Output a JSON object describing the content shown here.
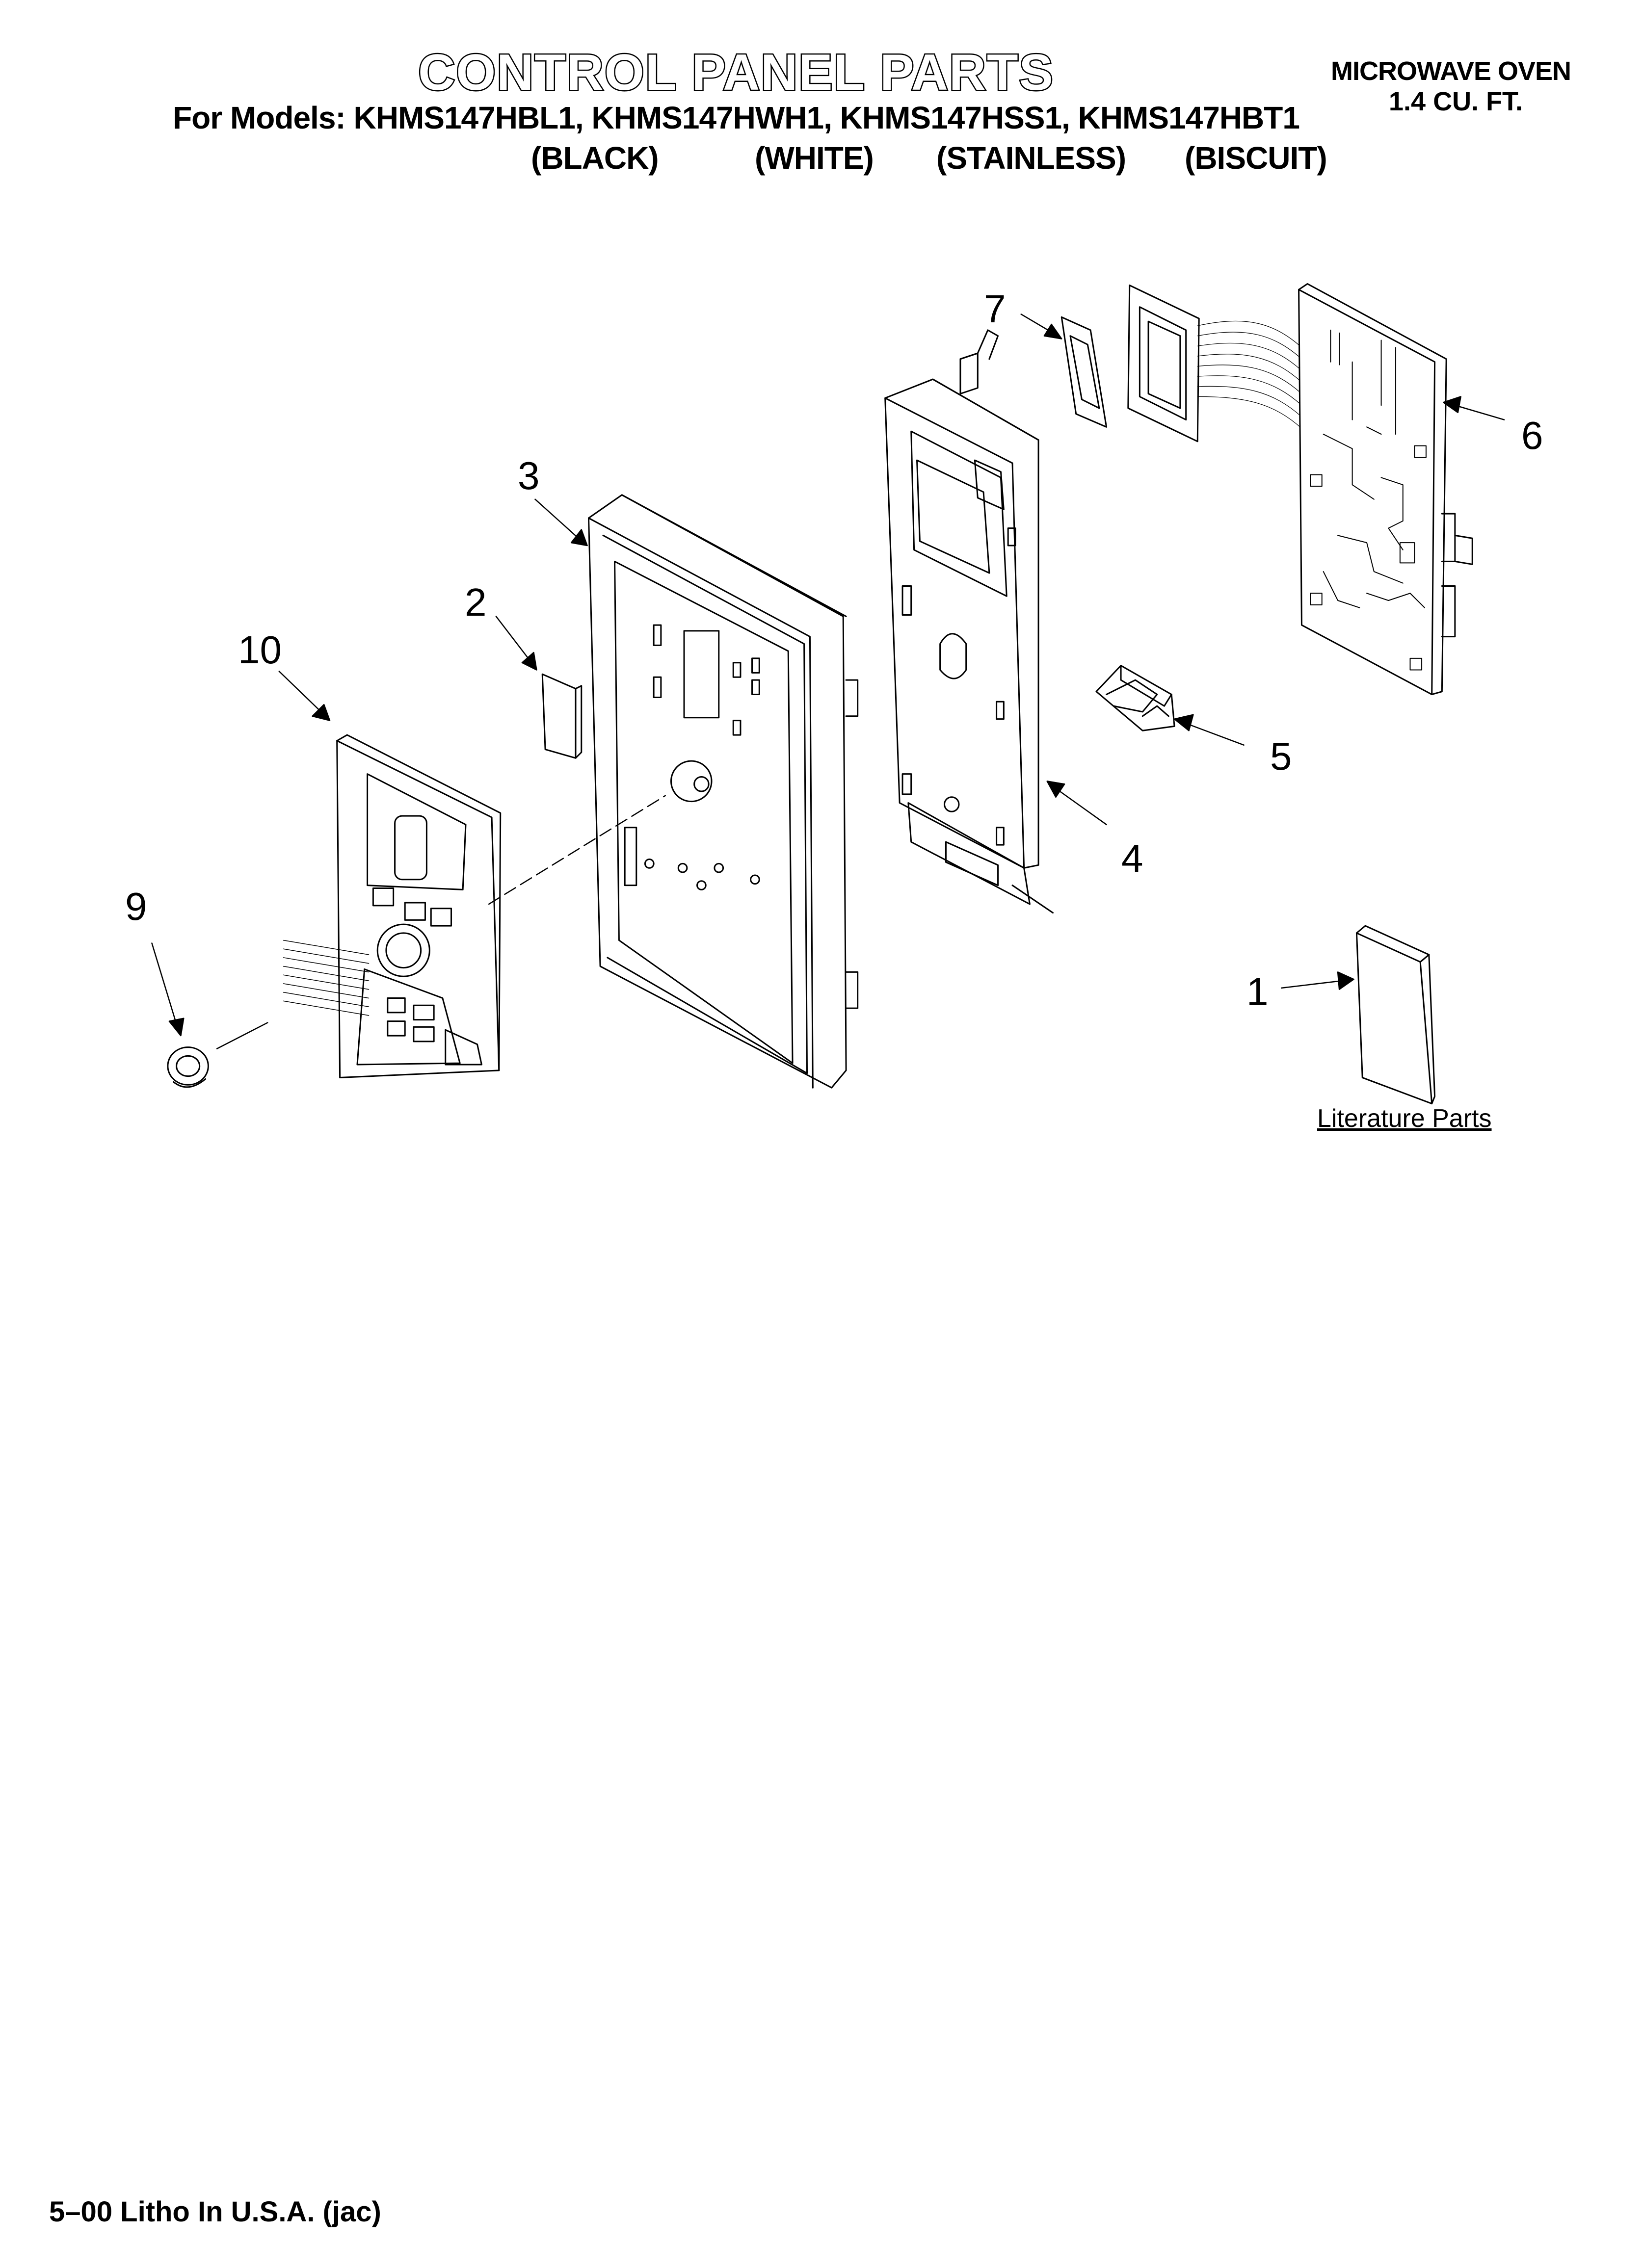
{
  "header": {
    "title": "CONTROL PANEL PARTS",
    "models_line": "For Models: KHMS147HBL1, KHMS147HWH1, KHMS147HSS1, KHMS147HBT1",
    "variants": [
      "(BLACK)",
      "(WHITE)",
      "(STAINLESS)",
      "(BISCUIT)"
    ],
    "product": "MICROWAVE OVEN",
    "capacity": "1.4 CU. FT."
  },
  "callouts": [
    "1",
    "2",
    "3",
    "4",
    "5",
    "6",
    "7",
    "9",
    "10"
  ],
  "literature_label": "Literature Parts",
  "footer": "5–00 Litho In U.S.A. (jac)"
}
